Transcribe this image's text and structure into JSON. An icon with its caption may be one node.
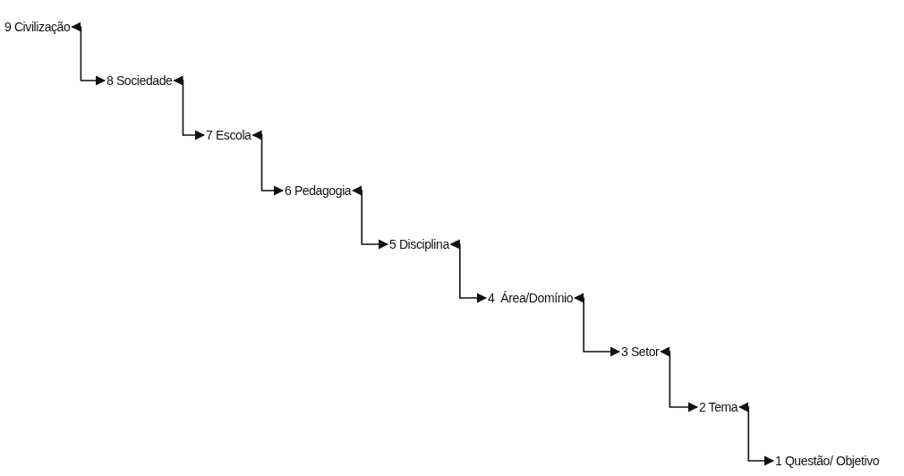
{
  "diagram": {
    "nodes": [
      {
        "text": [
          "9 Civilização"
        ]
      },
      {
        "text": [
          "8 Sociedade"
        ]
      },
      {
        "text": [
          "7 Escola"
        ]
      },
      {
        "text": [
          "6 Pedagogia"
        ]
      },
      {
        "text": [
          "5 Disciplina"
        ]
      },
      {
        "text": [
          "4  Área/Domínio"
        ]
      },
      {
        "text": [
          "3 Setor"
        ]
      },
      {
        "text": [
          "2 Tema"
        ]
      },
      {
        "text": [
          "1 Questão/ Objetivo"
        ]
      }
    ],
    "edges": [
      {
        "from": 0,
        "to": 1,
        "arrow": "both"
      },
      {
        "from": 1,
        "to": 2,
        "arrow": "both"
      },
      {
        "from": 2,
        "to": 3,
        "arrow": "both"
      },
      {
        "from": 3,
        "to": 4,
        "arrow": "both"
      },
      {
        "from": 4,
        "to": 5,
        "arrow": "both"
      },
      {
        "from": 5,
        "to": 6,
        "arrow": "both"
      },
      {
        "from": 6,
        "to": 7,
        "arrow": "both"
      },
      {
        "from": 7,
        "to": 8,
        "arrow": "both"
      }
    ]
  }
}
